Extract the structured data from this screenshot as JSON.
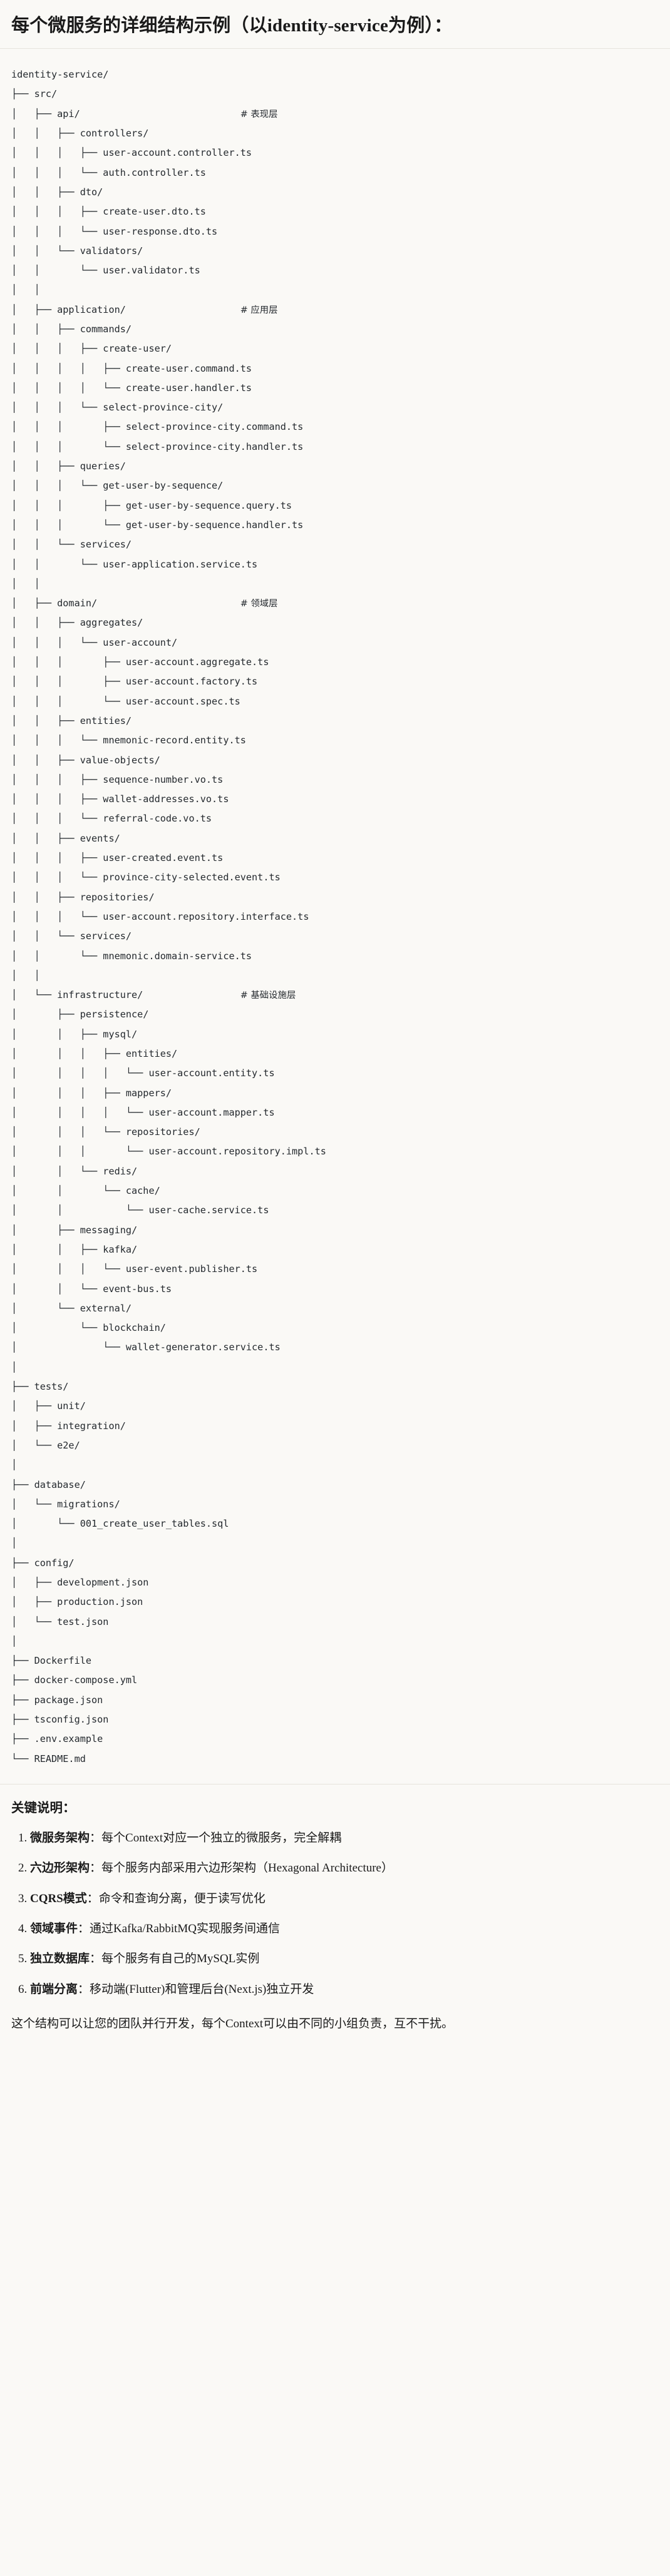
{
  "heading": "每个微服务的详细结构示例（以identity-service为例）：",
  "tree": {
    "lines": [
      {
        "text": "identity-service/",
        "comment": ""
      },
      {
        "text": "├── src/",
        "comment": ""
      },
      {
        "text": "│   ├── api/",
        "comment": "# 表现层"
      },
      {
        "text": "│   │   ├── controllers/",
        "comment": ""
      },
      {
        "text": "│   │   │   ├── user-account.controller.ts",
        "comment": ""
      },
      {
        "text": "│   │   │   └── auth.controller.ts",
        "comment": ""
      },
      {
        "text": "│   │   ├── dto/",
        "comment": ""
      },
      {
        "text": "│   │   │   ├── create-user.dto.ts",
        "comment": ""
      },
      {
        "text": "│   │   │   └── user-response.dto.ts",
        "comment": ""
      },
      {
        "text": "│   │   └── validators/",
        "comment": ""
      },
      {
        "text": "│   │       └── user.validator.ts",
        "comment": ""
      },
      {
        "text": "│   │",
        "comment": ""
      },
      {
        "text": "│   ├── application/",
        "comment": "# 应用层"
      },
      {
        "text": "│   │   ├── commands/",
        "comment": ""
      },
      {
        "text": "│   │   │   ├── create-user/",
        "comment": ""
      },
      {
        "text": "│   │   │   │   ├── create-user.command.ts",
        "comment": ""
      },
      {
        "text": "│   │   │   │   └── create-user.handler.ts",
        "comment": ""
      },
      {
        "text": "│   │   │   └── select-province-city/",
        "comment": ""
      },
      {
        "text": "│   │   │       ├── select-province-city.command.ts",
        "comment": ""
      },
      {
        "text": "│   │   │       └── select-province-city.handler.ts",
        "comment": ""
      },
      {
        "text": "│   │   ├── queries/",
        "comment": ""
      },
      {
        "text": "│   │   │   └── get-user-by-sequence/",
        "comment": ""
      },
      {
        "text": "│   │   │       ├── get-user-by-sequence.query.ts",
        "comment": ""
      },
      {
        "text": "│   │   │       └── get-user-by-sequence.handler.ts",
        "comment": ""
      },
      {
        "text": "│   │   └── services/",
        "comment": ""
      },
      {
        "text": "│   │       └── user-application.service.ts",
        "comment": ""
      },
      {
        "text": "│   │",
        "comment": ""
      },
      {
        "text": "│   ├── domain/",
        "comment": "# 领域层"
      },
      {
        "text": "│   │   ├── aggregates/",
        "comment": ""
      },
      {
        "text": "│   │   │   └── user-account/",
        "comment": ""
      },
      {
        "text": "│   │   │       ├── user-account.aggregate.ts",
        "comment": ""
      },
      {
        "text": "│   │   │       ├── user-account.factory.ts",
        "comment": ""
      },
      {
        "text": "│   │   │       └── user-account.spec.ts",
        "comment": ""
      },
      {
        "text": "│   │   ├── entities/",
        "comment": ""
      },
      {
        "text": "│   │   │   └── mnemonic-record.entity.ts",
        "comment": ""
      },
      {
        "text": "│   │   ├── value-objects/",
        "comment": ""
      },
      {
        "text": "│   │   │   ├── sequence-number.vo.ts",
        "comment": ""
      },
      {
        "text": "│   │   │   ├── wallet-addresses.vo.ts",
        "comment": ""
      },
      {
        "text": "│   │   │   └── referral-code.vo.ts",
        "comment": ""
      },
      {
        "text": "│   │   ├── events/",
        "comment": ""
      },
      {
        "text": "│   │   │   ├── user-created.event.ts",
        "comment": ""
      },
      {
        "text": "│   │   │   └── province-city-selected.event.ts",
        "comment": ""
      },
      {
        "text": "│   │   ├── repositories/",
        "comment": ""
      },
      {
        "text": "│   │   │   └── user-account.repository.interface.ts",
        "comment": ""
      },
      {
        "text": "│   │   └── services/",
        "comment": ""
      },
      {
        "text": "│   │       └── mnemonic.domain-service.ts",
        "comment": ""
      },
      {
        "text": "│   │",
        "comment": ""
      },
      {
        "text": "│   └── infrastructure/",
        "comment": "# 基础设施层"
      },
      {
        "text": "│       ├── persistence/",
        "comment": ""
      },
      {
        "text": "│       │   ├── mysql/",
        "comment": ""
      },
      {
        "text": "│       │   │   ├── entities/",
        "comment": ""
      },
      {
        "text": "│       │   │   │   └── user-account.entity.ts",
        "comment": ""
      },
      {
        "text": "│       │   │   ├── mappers/",
        "comment": ""
      },
      {
        "text": "│       │   │   │   └── user-account.mapper.ts",
        "comment": ""
      },
      {
        "text": "│       │   │   └── repositories/",
        "comment": ""
      },
      {
        "text": "│       │   │       └── user-account.repository.impl.ts",
        "comment": ""
      },
      {
        "text": "│       │   └── redis/",
        "comment": ""
      },
      {
        "text": "│       │       └── cache/",
        "comment": ""
      },
      {
        "text": "│       │           └── user-cache.service.ts",
        "comment": ""
      },
      {
        "text": "│       ├── messaging/",
        "comment": ""
      },
      {
        "text": "│       │   ├── kafka/",
        "comment": ""
      },
      {
        "text": "│       │   │   └── user-event.publisher.ts",
        "comment": ""
      },
      {
        "text": "│       │   └── event-bus.ts",
        "comment": ""
      },
      {
        "text": "│       └── external/",
        "comment": ""
      },
      {
        "text": "│           └── blockchain/",
        "comment": ""
      },
      {
        "text": "│               └── wallet-generator.service.ts",
        "comment": ""
      },
      {
        "text": "│",
        "comment": ""
      },
      {
        "text": "├── tests/",
        "comment": ""
      },
      {
        "text": "│   ├── unit/",
        "comment": ""
      },
      {
        "text": "│   ├── integration/",
        "comment": ""
      },
      {
        "text": "│   └── e2e/",
        "comment": ""
      },
      {
        "text": "│",
        "comment": ""
      },
      {
        "text": "├── database/",
        "comment": ""
      },
      {
        "text": "│   └── migrations/",
        "comment": ""
      },
      {
        "text": "│       └── 001_create_user_tables.sql",
        "comment": ""
      },
      {
        "text": "│",
        "comment": ""
      },
      {
        "text": "├── config/",
        "comment": ""
      },
      {
        "text": "│   ├── development.json",
        "comment": ""
      },
      {
        "text": "│   ├── production.json",
        "comment": ""
      },
      {
        "text": "│   └── test.json",
        "comment": ""
      },
      {
        "text": "│",
        "comment": ""
      },
      {
        "text": "├── Dockerfile",
        "comment": ""
      },
      {
        "text": "├── docker-compose.yml",
        "comment": ""
      },
      {
        "text": "├── package.json",
        "comment": ""
      },
      {
        "text": "├── tsconfig.json",
        "comment": ""
      },
      {
        "text": "├── .env.example",
        "comment": ""
      },
      {
        "text": "└── README.md",
        "comment": ""
      }
    ]
  },
  "notes": {
    "title": "关键说明：",
    "items": [
      {
        "term": "微服务架构",
        "sep": "：",
        "body": "每个Context对应一个独立的微服务，完全解耦"
      },
      {
        "term": "六边形架构",
        "sep": "：",
        "body": "每个服务内部采用六边形架构（Hexagonal Architecture）"
      },
      {
        "term": "CQRS模式",
        "sep": "：",
        "body": "命令和查询分离，便于读写优化"
      },
      {
        "term": "领域事件",
        "sep": "：",
        "body": "通过Kafka/RabbitMQ实现服务间通信"
      },
      {
        "term": "独立数据库",
        "sep": "：",
        "body": "每个服务有自己的MySQL实例"
      },
      {
        "term": "前端分离",
        "sep": "：",
        "body": "移动端(Flutter)和管理后台(Next.js)独立开发"
      }
    ],
    "closing": "这个结构可以让您的团队并行开发，每个Context可以由不同的小组负责，互不干扰。"
  }
}
